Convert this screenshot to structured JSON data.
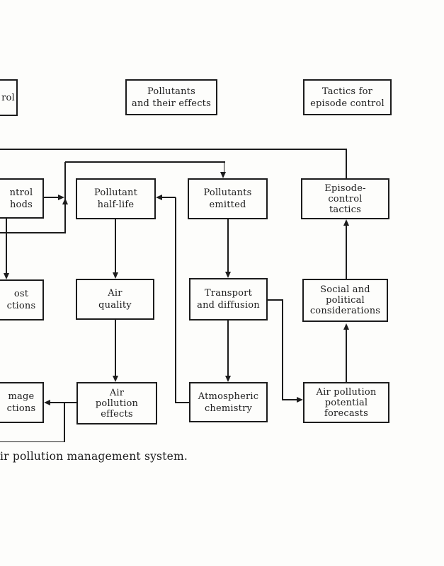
{
  "colors": {
    "ink": "#1c1c1c",
    "background": "#fdfdfb"
  },
  "diagram": {
    "headers": {
      "left_partial": "rol",
      "pollutants_effects": "Pollutants\nand their effects",
      "tactics_episode": "Tactics for\nepisode control"
    },
    "nodes": {
      "control_methods_partial": "ntrol\nhods",
      "cost_functions_partial": "ost\nctions",
      "damage_functions_partial": "mage\nctions",
      "pollutant_half_life": "Pollutant\nhalf-life",
      "air_quality": "Air\nquality",
      "air_pollution_effects": "Air\npollution\neffects",
      "pollutants_emitted": "Pollutants\nemitted",
      "transport_diffusion": "Transport\nand diffusion",
      "atmospheric_chemistry": "Atmospheric\nchemistry",
      "episode_control_tactics": "Episode-\ncontrol\ntactics",
      "social_political": "Social and\npolitical\nconsiderations",
      "air_pollution_forecasts": "Air pollution\npotential\nforecasts"
    },
    "caption": "ir pollution management system."
  }
}
